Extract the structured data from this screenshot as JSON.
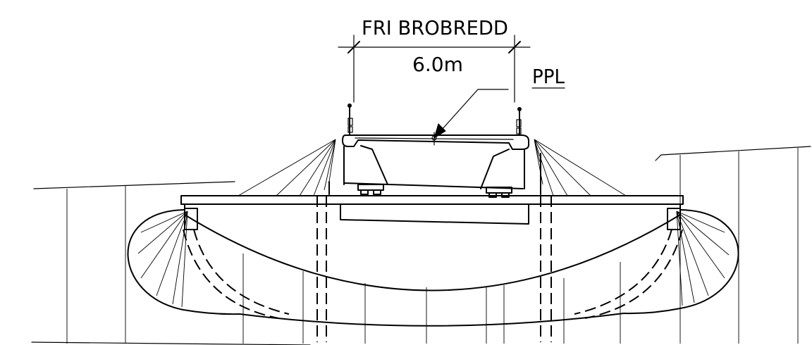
{
  "drawing": {
    "clear_width_label": "FRI BROBREDD",
    "width_value": "6.0m",
    "ppl_label": "PPL"
  },
  "colors": {
    "line": "#000000",
    "background": "#ffffff"
  }
}
